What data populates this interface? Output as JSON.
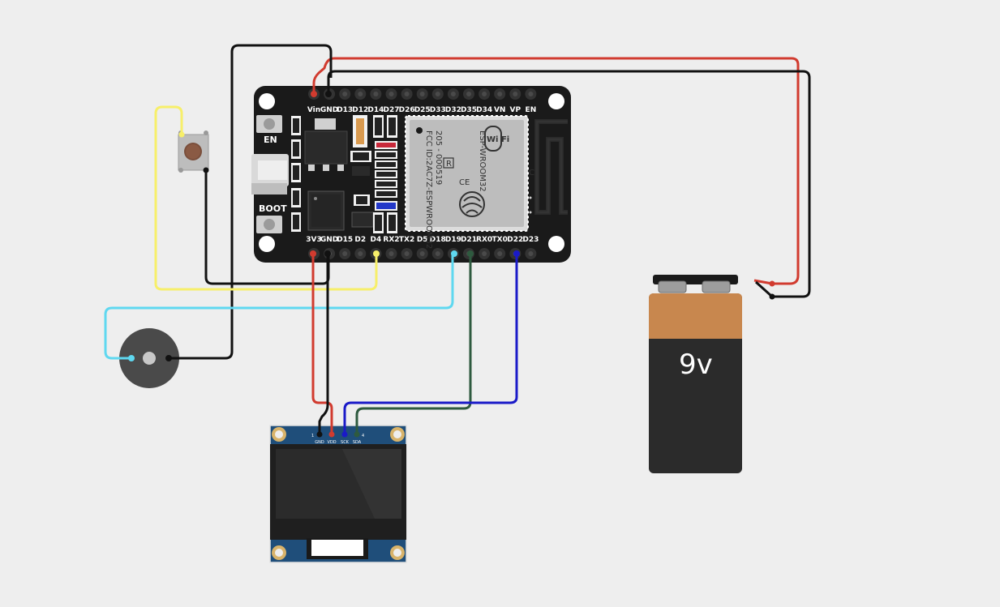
{
  "esp32": {
    "top_pins": [
      "Vin",
      "GND",
      "D13",
      "D12",
      "D14",
      "D27",
      "D26",
      "D25",
      "D33",
      "D32",
      "D35",
      "D34",
      "VN",
      "VP",
      "EN"
    ],
    "bottom_pins": [
      "3V3",
      "GND",
      "D15",
      "D2",
      "D4",
      "RX2",
      "TX2",
      "D5",
      "D18",
      "D19",
      "D21",
      "RX0",
      "TX0",
      "D22",
      "D23"
    ],
    "button_en": "EN",
    "button_boot": "BOOT",
    "module_name": "ESP-WROOM32",
    "module_id": "205 - 000519",
    "fcc_id": "FCC ID:2AC7Z-ESPWROOM32",
    "wifi_logo": "Wi Fi",
    "ce_mark": "CE",
    "r_mark": "R",
    "antenna_mark": "C"
  },
  "oled": {
    "pins": [
      "GND",
      "VDD",
      "SCK",
      "SDA"
    ],
    "pin_index_first": "1",
    "pin_index_last": "4"
  },
  "battery": {
    "label": "9v"
  },
  "colors": {
    "red_wire": "#d13b2f",
    "black_wire": "#111111",
    "yellow_wire": "#f7ef6a",
    "cyan_wire": "#5fd8f0",
    "green_wire": "#2e5a3f",
    "blue_wire": "#1a1ac8",
    "board": "#1a1a1a",
    "battery_top": "#c8874e",
    "battery_body": "#2b2b2b"
  },
  "icons": [
    "pushbutton-icon",
    "buzzer-icon",
    "usb-port-icon",
    "antenna-icon"
  ]
}
